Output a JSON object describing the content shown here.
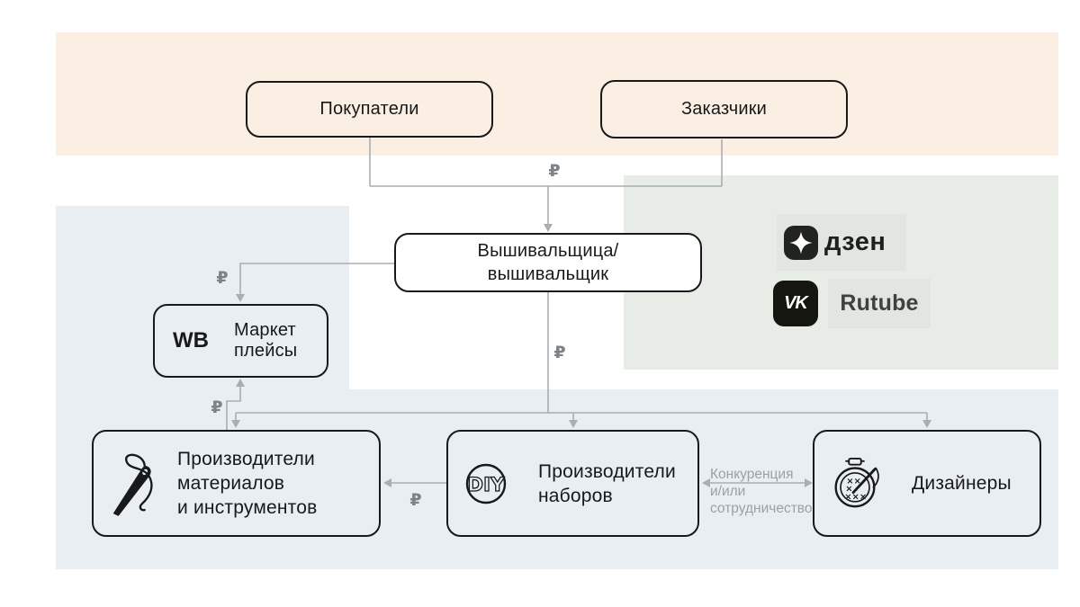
{
  "colors": {
    "peach-band": "#fbeee3",
    "green-panel": "#e7ede6",
    "blue-panel": "#e9eef2",
    "logo-tile": "#e3e6e0",
    "logo-dark": "#20231e",
    "vk-black": "#14160f",
    "line-gray": "#a9aeb1",
    "rub-gray": "#7d8387",
    "text-dark": "#17191b",
    "muted-gray": "#9ba1a5",
    "node-white": "#ffffff"
  },
  "labels": {
    "rub": "₽"
  },
  "nodes": {
    "buyers": {
      "label": "Покупатели"
    },
    "clients": {
      "label": "Заказчики"
    },
    "embroiderer": {
      "lines": [
        "Вышивальщица/",
        "вышивальщик"
      ]
    },
    "marketplaces": {
      "logo": "WB",
      "lines": [
        "Маркет",
        "плейсы"
      ]
    },
    "materials": {
      "lines": [
        "Производители",
        "материалов",
        "и инструментов"
      ]
    },
    "kits": {
      "lines": [
        "Производители",
        "наборов"
      ]
    },
    "designers": {
      "label": "Дизайнеры"
    }
  },
  "platforms": {
    "dzen": "дзен",
    "vk": "VK",
    "rutube": "Rutube"
  },
  "edges": {
    "competition": {
      "lines": [
        "Конкуренция",
        "и/или",
        "сотрудничество"
      ]
    }
  }
}
